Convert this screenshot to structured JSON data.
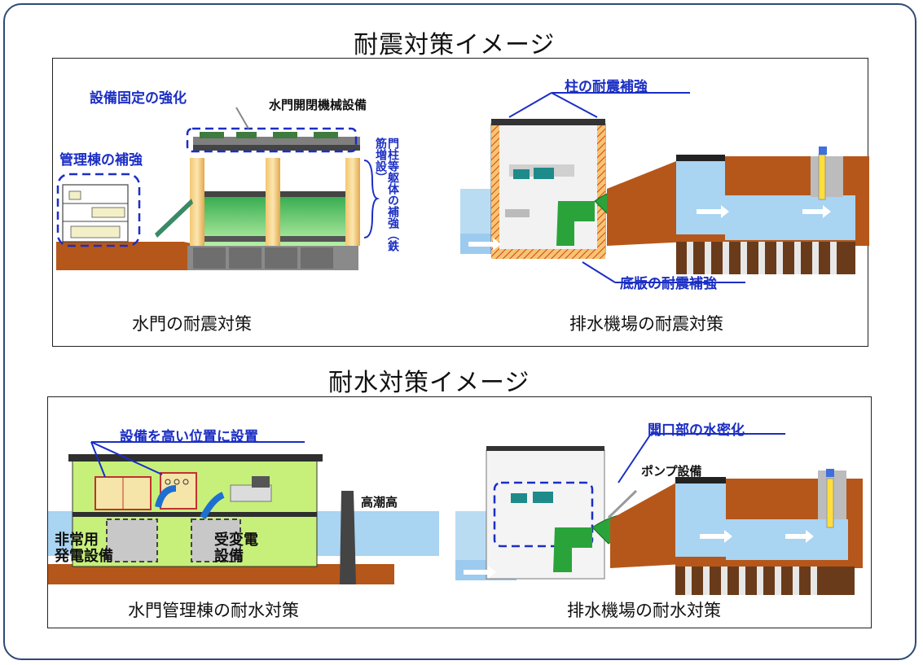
{
  "seismic": {
    "title": "耐震対策イメージ",
    "left": {
      "caption": "水門の耐震対策",
      "label_equipment_fix": "設備固定の強化",
      "label_gate_machinery": "水門開閉機械設備",
      "label_building": "管理棟の補強",
      "label_pillar": "門柱等躯体の補強（鉄筋増設）"
    },
    "right": {
      "caption": "排水機場の耐震対策",
      "label_column": "柱の耐震補強",
      "label_slab": "底版の耐震補強"
    }
  },
  "flood": {
    "title": "耐水対策イメージ",
    "left": {
      "caption": "水門管理棟の耐水対策",
      "label_high_place": "設備を高い位置に設置",
      "label_high_tide": "高潮高",
      "room_generator": "非常用\n発電設備",
      "room_substation": "受変電\n設備"
    },
    "right": {
      "caption": "排水機場の耐水対策",
      "label_watertight": "開口部の水密化",
      "label_pump": "ポンプ設備"
    }
  },
  "colors": {
    "frame": "#2e4a73",
    "label_blue": "#1b2ec4",
    "soil": "#b5571a",
    "water": "#a9d4f2",
    "green_wall": "#2fa84a",
    "building_green": "#c6f07a",
    "reinforce": "#e0862a"
  }
}
